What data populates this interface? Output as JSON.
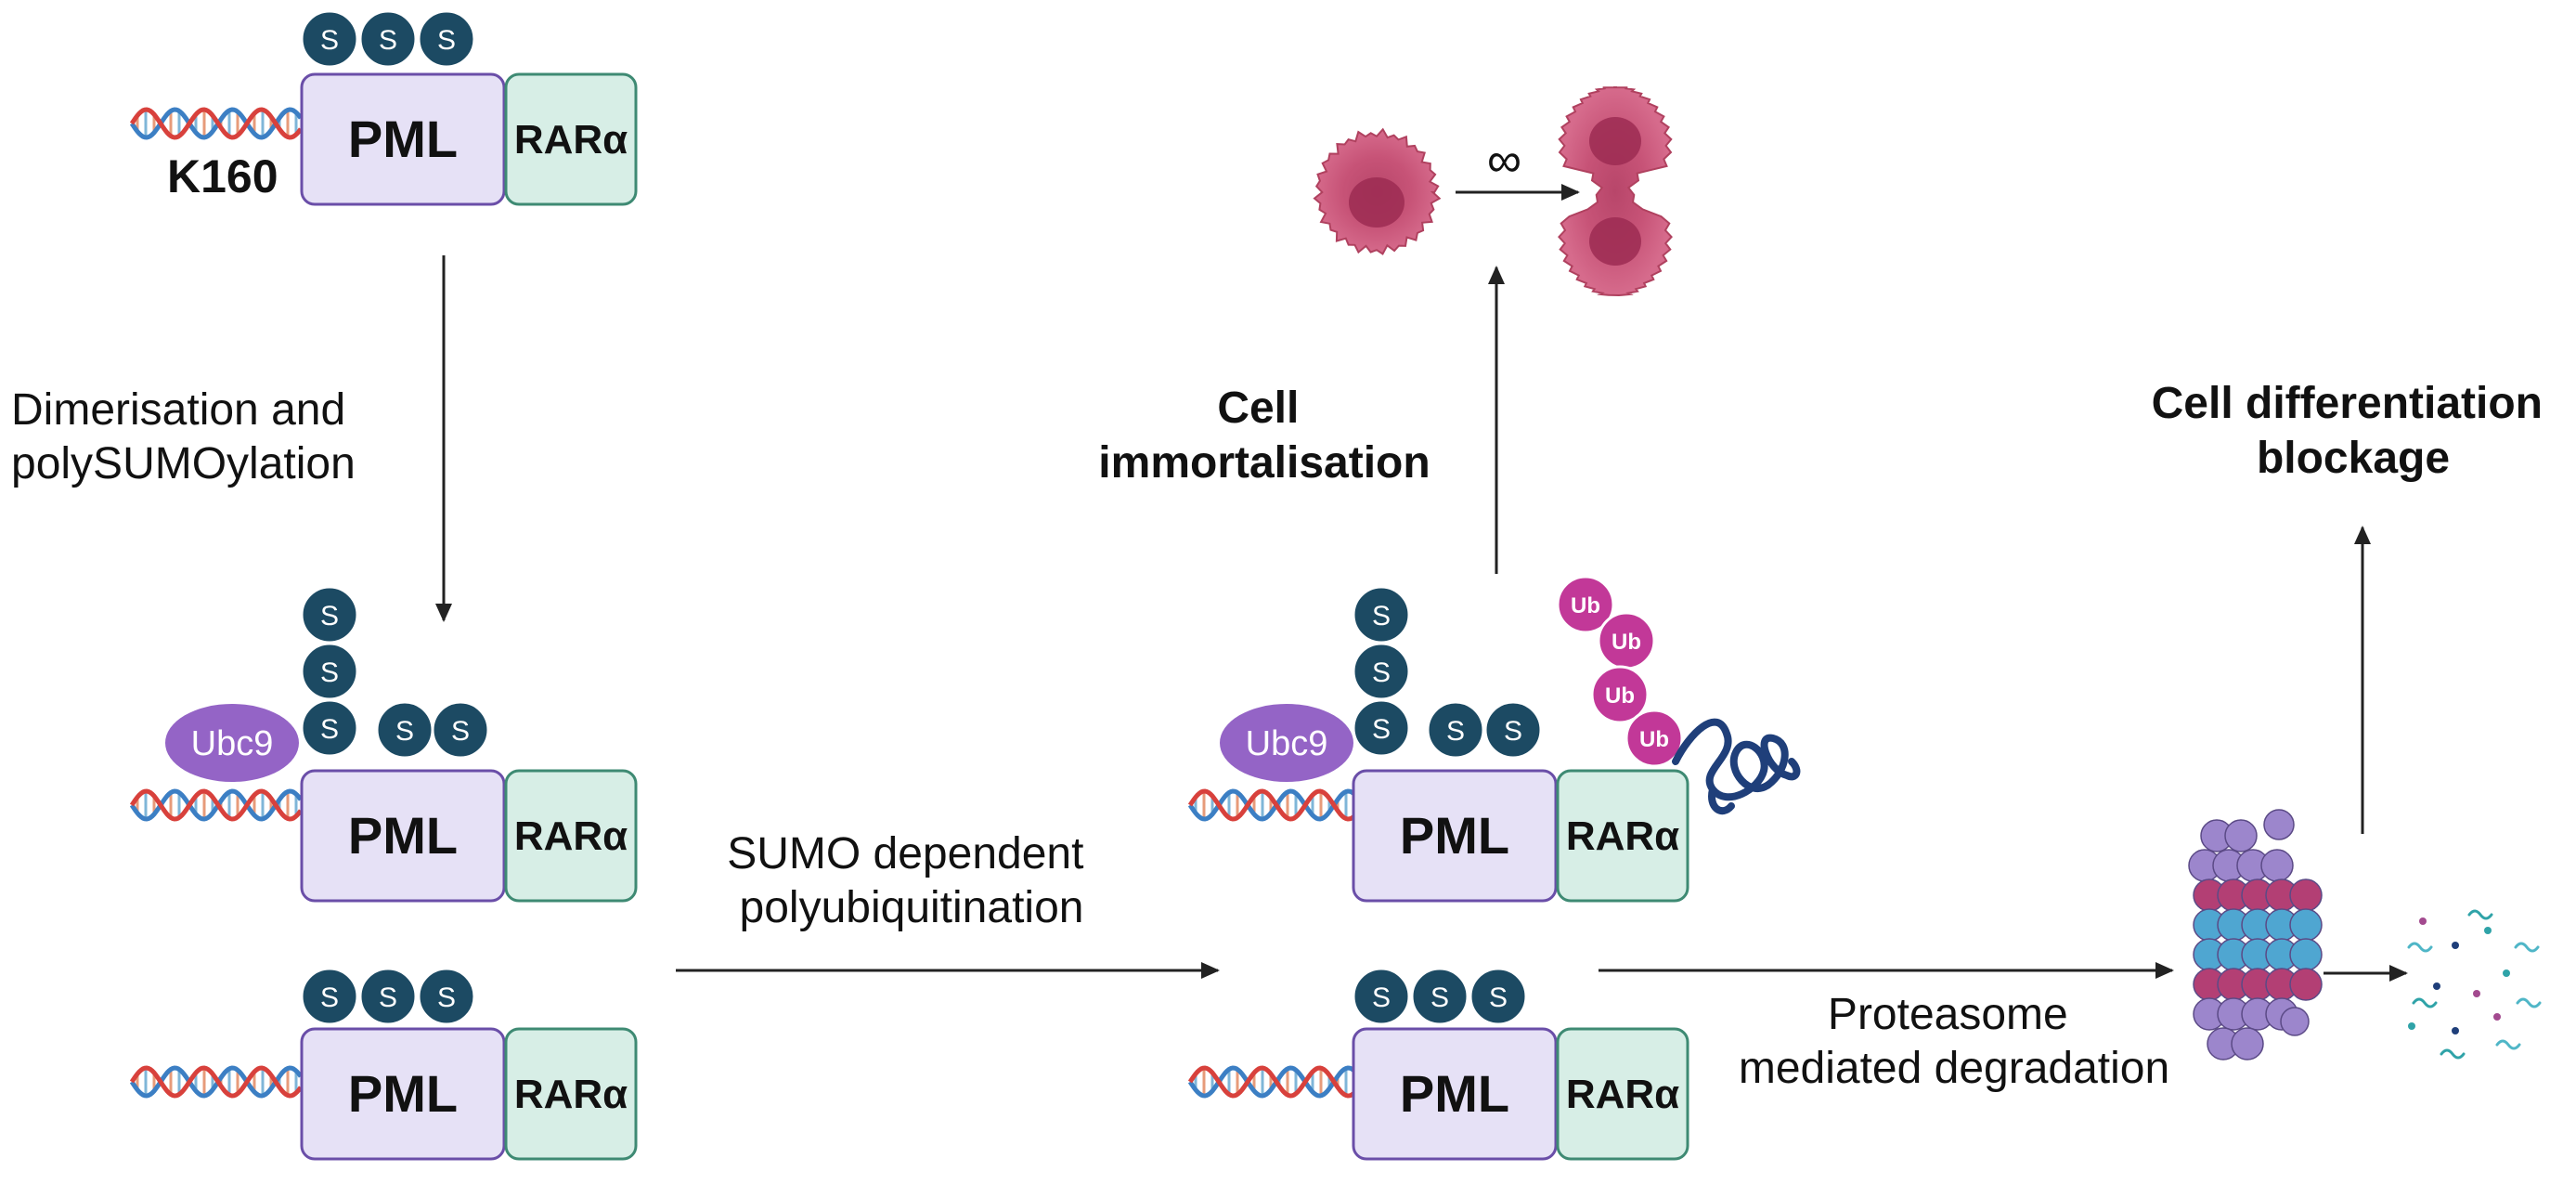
{
  "labels": {
    "pml": "PML",
    "rara": "RARα",
    "sumo": "S",
    "ubc9": "Ubc9",
    "ub": "Ub",
    "k160": "K160",
    "infinity": "∞"
  },
  "steps": {
    "dimerisation": [
      "Dimerisation and",
      "polySUMOylation"
    ],
    "polyubiquitination": [
      "SUMO dependent",
      "polyubiquitination"
    ],
    "proteasome": [
      "Proteasome",
      "mediated degradation"
    ]
  },
  "outcomes": {
    "immortalisation": [
      "Cell",
      "immortalisation"
    ],
    "differentiation": [
      "Cell differentiation",
      "blockage"
    ]
  },
  "colors": {
    "sumo": "#1c4a63",
    "pml_fill": "#e6e1f6",
    "pml_stroke": "#6a4ea8",
    "rara_fill": "#d7eee6",
    "rara_stroke": "#3e8a73",
    "ubc9": "#9464c6",
    "ub": "#c23898",
    "dna_red": "#d8413c",
    "dna_blue": "#3c7fc4",
    "cell": "#c75377",
    "proteasome_purple": "#9c86cc",
    "proteasome_pink": "#b33f74",
    "proteasome_blue": "#4fa6d1",
    "protein_chain": "#1f3f7a"
  }
}
